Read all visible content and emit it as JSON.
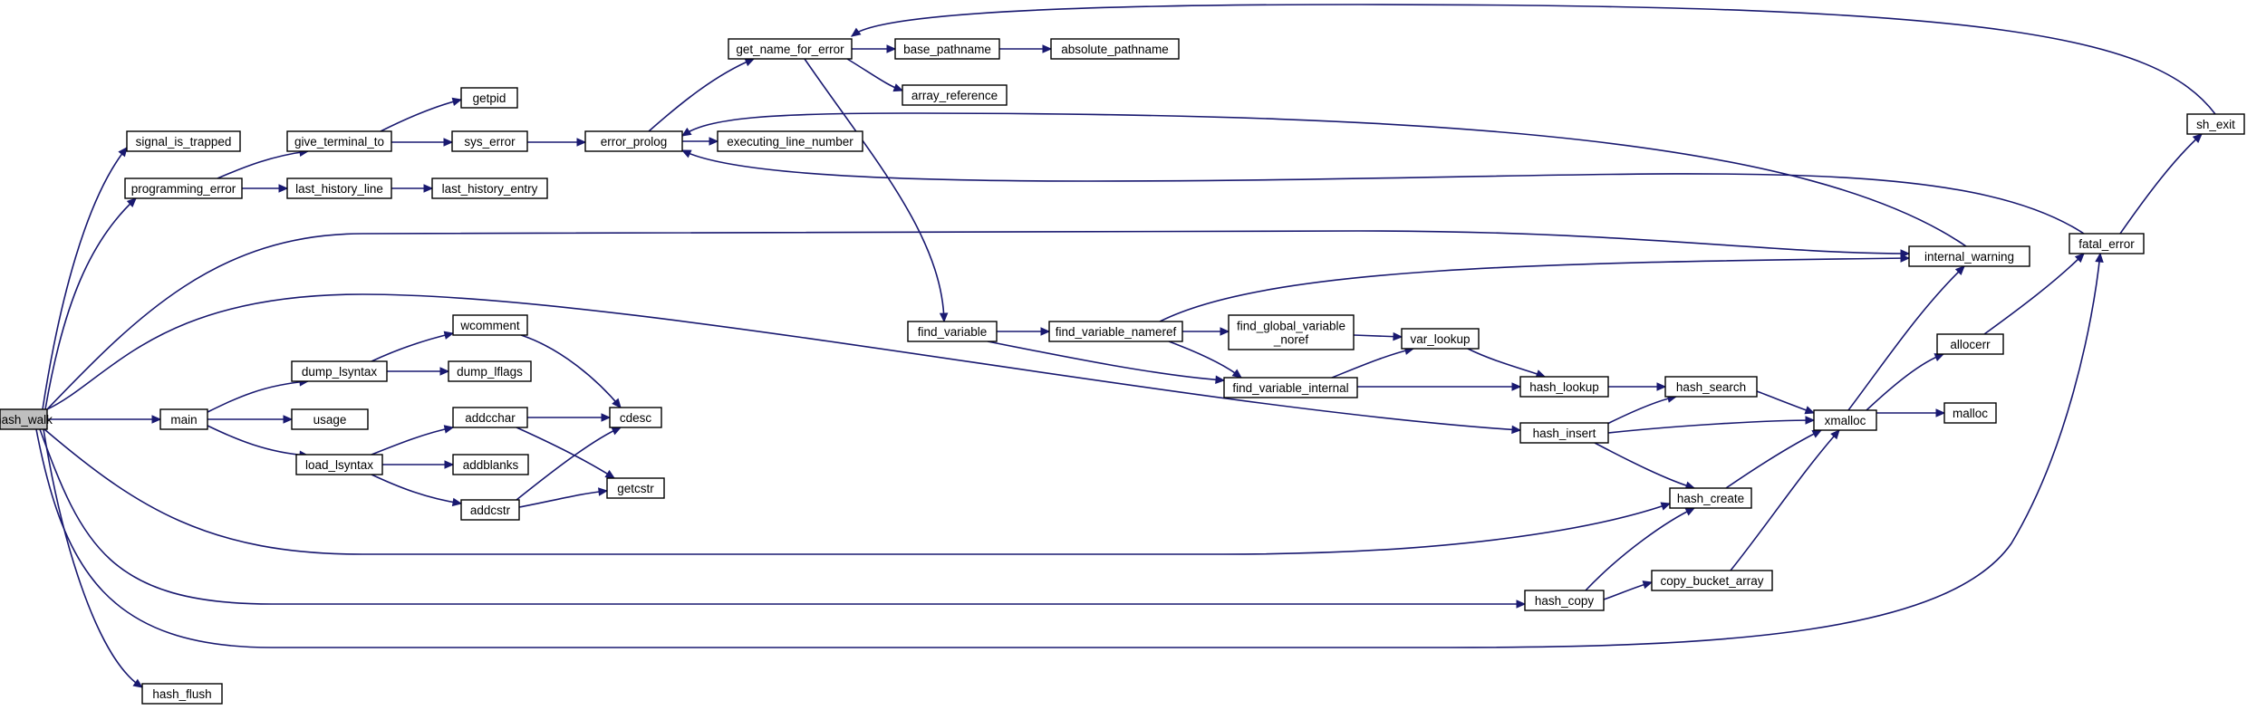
{
  "diagram": {
    "type": "call-graph",
    "colors": {
      "edge": "#191970",
      "root_fill": "#bfbfbf",
      "node_fill": "#ffffff",
      "node_border": "#000000"
    },
    "nodes": [
      {
        "id": "hash_walk",
        "label": "hash_walk"
      },
      {
        "id": "signal_is_trapped",
        "label": "signal_is_trapped"
      },
      {
        "id": "programming_error",
        "label": "programming_error"
      },
      {
        "id": "main",
        "label": "main"
      },
      {
        "id": "hash_flush",
        "label": "hash_flush"
      },
      {
        "id": "give_terminal_to",
        "label": "give_terminal_to"
      },
      {
        "id": "last_history_line",
        "label": "last_history_line"
      },
      {
        "id": "dump_lsyntax",
        "label": "dump_lsyntax"
      },
      {
        "id": "usage",
        "label": "usage"
      },
      {
        "id": "load_lsyntax",
        "label": "load_lsyntax"
      },
      {
        "id": "getpid",
        "label": "getpid"
      },
      {
        "id": "sys_error",
        "label": "sys_error"
      },
      {
        "id": "last_history_entry",
        "label": "last_history_entry"
      },
      {
        "id": "wcomment",
        "label": "wcomment"
      },
      {
        "id": "dump_lflags",
        "label": "dump_lflags"
      },
      {
        "id": "addcchar",
        "label": "addcchar"
      },
      {
        "id": "addblanks",
        "label": "addblanks"
      },
      {
        "id": "addcstr",
        "label": "addcstr"
      },
      {
        "id": "cdesc",
        "label": "cdesc"
      },
      {
        "id": "getcstr",
        "label": "getcstr"
      },
      {
        "id": "error_prolog",
        "label": "error_prolog"
      },
      {
        "id": "get_name_for_error",
        "label": "get_name_for_error"
      },
      {
        "id": "executing_line_number",
        "label": "executing_line_number"
      },
      {
        "id": "base_pathname",
        "label": "base_pathname"
      },
      {
        "id": "array_reference",
        "label": "array_reference"
      },
      {
        "id": "absolute_pathname",
        "label": "absolute_pathname"
      },
      {
        "id": "find_variable",
        "label": "find_variable"
      },
      {
        "id": "find_variable_nameref",
        "label": "find_variable_nameref"
      },
      {
        "id": "find_global_variable_noref",
        "label": "find_global_variable\n_noref"
      },
      {
        "id": "find_variable_internal",
        "label": "find_variable_internal"
      },
      {
        "id": "var_lookup",
        "label": "var_lookup"
      },
      {
        "id": "hash_lookup",
        "label": "hash_lookup"
      },
      {
        "id": "hash_insert",
        "label": "hash_insert"
      },
      {
        "id": "hash_search",
        "label": "hash_search"
      },
      {
        "id": "hash_create",
        "label": "hash_create"
      },
      {
        "id": "hash_copy",
        "label": "hash_copy"
      },
      {
        "id": "copy_bucket_array",
        "label": "copy_bucket_array"
      },
      {
        "id": "internal_warning",
        "label": "internal_warning"
      },
      {
        "id": "xmalloc",
        "label": "xmalloc"
      },
      {
        "id": "malloc",
        "label": "malloc"
      },
      {
        "id": "allocerr",
        "label": "allocerr"
      },
      {
        "id": "fatal_error",
        "label": "fatal_error"
      },
      {
        "id": "sh_exit",
        "label": "sh_exit"
      }
    ],
    "edges": [
      {
        "from": "hash_walk",
        "to": "signal_is_trapped"
      },
      {
        "from": "hash_walk",
        "to": "programming_error"
      },
      {
        "from": "hash_walk",
        "to": "main"
      },
      {
        "from": "hash_walk",
        "to": "hash_flush"
      },
      {
        "from": "hash_walk",
        "to": "internal_warning"
      },
      {
        "from": "hash_walk",
        "to": "hash_insert"
      },
      {
        "from": "hash_walk",
        "to": "hash_create"
      },
      {
        "from": "hash_walk",
        "to": "hash_copy"
      },
      {
        "from": "hash_walk",
        "to": "fatal_error"
      },
      {
        "from": "programming_error",
        "to": "give_terminal_to"
      },
      {
        "from": "programming_error",
        "to": "last_history_line"
      },
      {
        "from": "give_terminal_to",
        "to": "getpid"
      },
      {
        "from": "give_terminal_to",
        "to": "sys_error"
      },
      {
        "from": "last_history_line",
        "to": "last_history_entry"
      },
      {
        "from": "sys_error",
        "to": "error_prolog"
      },
      {
        "from": "main",
        "to": "dump_lsyntax"
      },
      {
        "from": "main",
        "to": "usage"
      },
      {
        "from": "main",
        "to": "load_lsyntax"
      },
      {
        "from": "dump_lsyntax",
        "to": "wcomment"
      },
      {
        "from": "dump_lsyntax",
        "to": "dump_lflags"
      },
      {
        "from": "load_lsyntax",
        "to": "addcchar"
      },
      {
        "from": "load_lsyntax",
        "to": "addblanks"
      },
      {
        "from": "load_lsyntax",
        "to": "addcstr"
      },
      {
        "from": "wcomment",
        "to": "cdesc"
      },
      {
        "from": "addcchar",
        "to": "cdesc"
      },
      {
        "from": "addcchar",
        "to": "getcstr"
      },
      {
        "from": "addcstr",
        "to": "cdesc"
      },
      {
        "from": "addcstr",
        "to": "getcstr"
      },
      {
        "from": "error_prolog",
        "to": "get_name_for_error"
      },
      {
        "from": "error_prolog",
        "to": "executing_line_number"
      },
      {
        "from": "get_name_for_error",
        "to": "base_pathname"
      },
      {
        "from": "get_name_for_error",
        "to": "array_reference"
      },
      {
        "from": "get_name_for_error",
        "to": "find_variable"
      },
      {
        "from": "base_pathname",
        "to": "absolute_pathname"
      },
      {
        "from": "find_variable",
        "to": "find_variable_nameref"
      },
      {
        "from": "find_variable",
        "to": "find_variable_internal"
      },
      {
        "from": "find_variable_nameref",
        "to": "find_global_variable_noref"
      },
      {
        "from": "find_variable_nameref",
        "to": "find_variable_internal"
      },
      {
        "from": "find_variable_nameref",
        "to": "internal_warning"
      },
      {
        "from": "find_global_variable_noref",
        "to": "var_lookup"
      },
      {
        "from": "find_variable_internal",
        "to": "var_lookup"
      },
      {
        "from": "find_variable_internal",
        "to": "hash_lookup"
      },
      {
        "from": "var_lookup",
        "to": "hash_lookup"
      },
      {
        "from": "hash_lookup",
        "to": "hash_search"
      },
      {
        "from": "hash_insert",
        "to": "hash_search"
      },
      {
        "from": "hash_insert",
        "to": "xmalloc"
      },
      {
        "from": "hash_insert",
        "to": "hash_create"
      },
      {
        "from": "hash_search",
        "to": "xmalloc"
      },
      {
        "from": "hash_create",
        "to": "xmalloc"
      },
      {
        "from": "hash_copy",
        "to": "hash_create"
      },
      {
        "from": "hash_copy",
        "to": "copy_bucket_array"
      },
      {
        "from": "copy_bucket_array",
        "to": "xmalloc"
      },
      {
        "from": "xmalloc",
        "to": "internal_warning"
      },
      {
        "from": "xmalloc",
        "to": "malloc"
      },
      {
        "from": "xmalloc",
        "to": "allocerr"
      },
      {
        "from": "allocerr",
        "to": "fatal_error"
      },
      {
        "from": "fatal_error",
        "to": "sh_exit"
      },
      {
        "from": "internal_warning",
        "to": "error_prolog"
      },
      {
        "from": "fatal_error",
        "to": "error_prolog"
      },
      {
        "from": "sh_exit",
        "to": "get_name_for_error"
      }
    ]
  }
}
